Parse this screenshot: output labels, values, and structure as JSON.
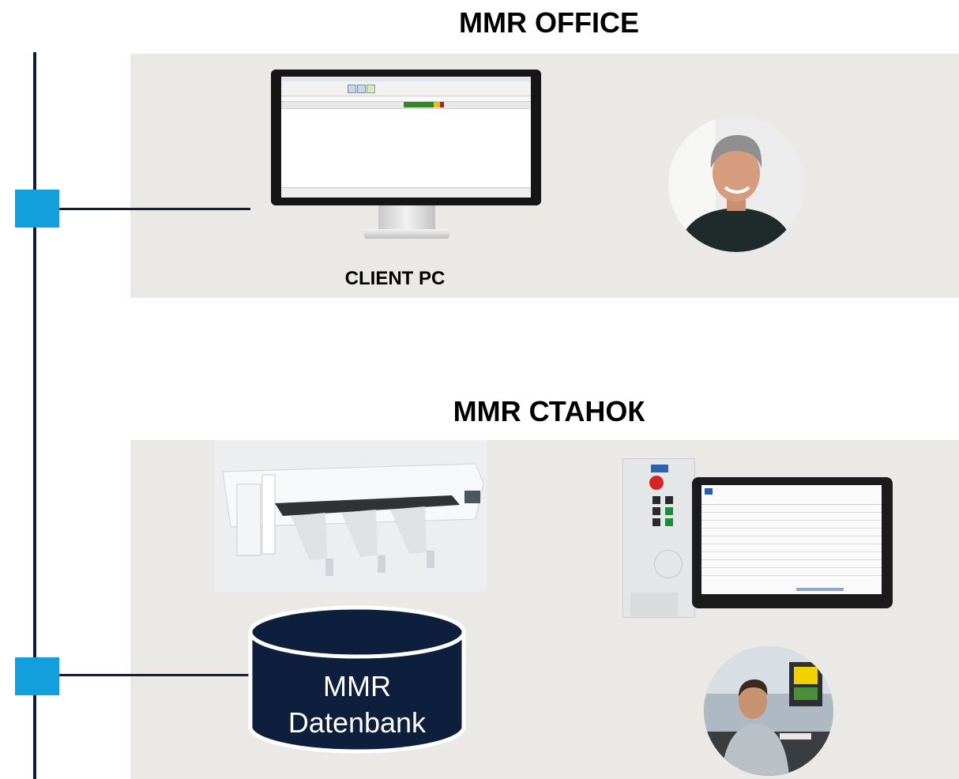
{
  "office": {
    "title": "MMR OFFICE",
    "client_caption": "CLIENT PC"
  },
  "machine": {
    "title": "MMR СТАНОК"
  },
  "database": {
    "line1": "MMR",
    "line2": "Datenbank"
  },
  "colors": {
    "panel": "#ebe9e5",
    "bus": "#0d1f3c",
    "node": "#129fdc",
    "database": "#0d1f3c"
  },
  "icons": {
    "client_pc": "monitor-icon",
    "office_user": "person-photo",
    "saw": "panel-saw-image",
    "control_panel": "touch-control-panel-image",
    "operator": "operator-photo",
    "database": "database-cylinder-icon"
  }
}
